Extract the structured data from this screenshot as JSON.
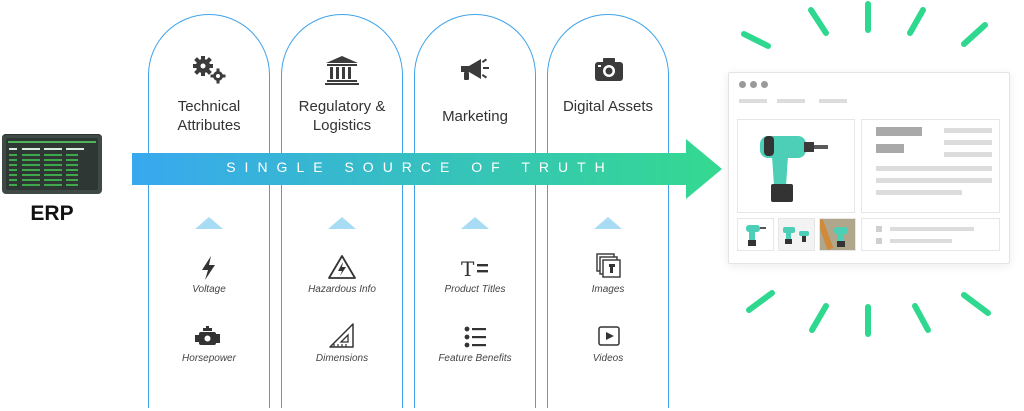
{
  "erp": {
    "label": "ERP",
    "icon": "computer-monitor-icon"
  },
  "arrow": {
    "label": "SINGLE SOURCE OF TRUTH",
    "color_start": "#38a8ef",
    "color_end": "#34d98f"
  },
  "columns": [
    {
      "title": "Technical Attributes",
      "icon": "gears-icon",
      "attributes": [
        {
          "label": "Voltage",
          "icon": "lightning-bolt-icon"
        },
        {
          "label": "Horsepower",
          "icon": "engine-icon"
        }
      ]
    },
    {
      "title": "Regulatory & Logistics",
      "icon": "government-building-icon",
      "attributes": [
        {
          "label": "Hazardous Info",
          "icon": "hazard-warning-icon"
        },
        {
          "label": "Dimensions",
          "icon": "set-square-ruler-icon"
        }
      ]
    },
    {
      "title": "Marketing",
      "icon": "megaphone-icon",
      "attributes": [
        {
          "label": "Product Titles",
          "icon": "text-title-icon"
        },
        {
          "label": "Feature Benefits",
          "icon": "bullet-list-icon"
        }
      ]
    },
    {
      "title": "Digital Assets",
      "icon": "camera-icon",
      "attributes": [
        {
          "label": "Images",
          "icon": "image-stack-icon"
        },
        {
          "label": "Videos",
          "icon": "video-play-icon"
        }
      ]
    }
  ],
  "product_page": {
    "product_icon": "cordless-drill-icon",
    "accent": "#4ccfb6",
    "burst_color": "#2fd88f"
  }
}
